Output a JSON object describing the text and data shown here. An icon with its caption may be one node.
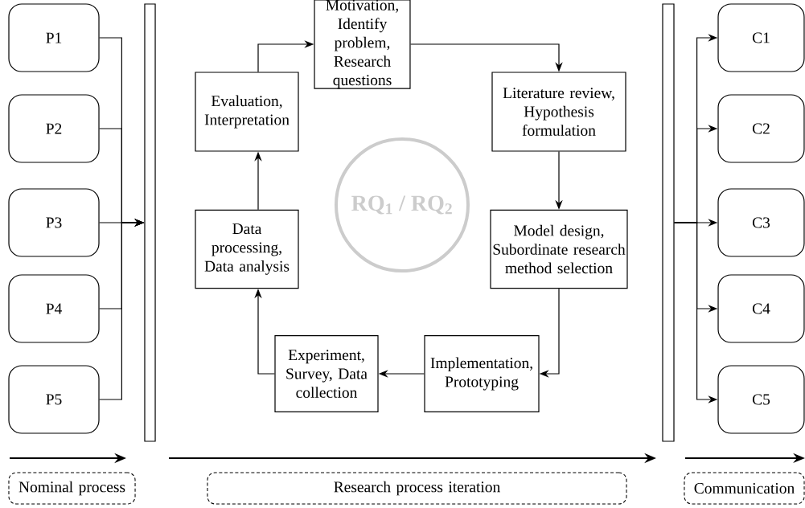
{
  "diagram": {
    "nodes": [
      {
        "text": [
          "P1"
        ]
      },
      {
        "text": [
          "P2"
        ]
      },
      {
        "text": [
          "P3"
        ]
      },
      {
        "text": [
          "P4"
        ]
      },
      {
        "text": [
          "P5"
        ]
      },
      {
        "text": [],
        "shape": "bar"
      },
      {
        "text": [
          "Motivation, Identify problem, Research questions"
        ]
      },
      {
        "text": [
          "Evaluation, Interpretation"
        ]
      },
      {
        "text": [
          "Literature review, Hypothesis formulation"
        ]
      },
      {
        "text": [
          "RQ$_{1}$ / RQ$_{2}$"
        ]
      },
      {
        "text": [
          "Data processing, Data analysis"
        ]
      },
      {
        "text": [
          "Model design, Subordinate research method selection"
        ]
      },
      {
        "text": [
          "Experiment, Survey, Data collection"
        ]
      },
      {
        "text": [
          "Implementation, Prototyping"
        ]
      },
      {
        "text": [],
        "shape": "bar"
      },
      {
        "text": [
          "C1"
        ]
      },
      {
        "text": [
          "C2"
        ]
      },
      {
        "text": [
          "C3"
        ]
      },
      {
        "text": [
          "C4"
        ]
      },
      {
        "text": [
          "C5"
        ]
      },
      {
        "text": [
          "Nominal process"
        ]
      },
      {
        "text": [
          "Research process iteration"
        ]
      },
      {
        "text": [
          "Communication"
        ]
      }
    ],
    "edges": [
      {
        "from": 0,
        "to": 5,
        "arrow": "to"
      },
      {
        "from": 1,
        "to": 5,
        "arrow": "to"
      },
      {
        "from": 2,
        "to": 5,
        "arrow": "to"
      },
      {
        "from": 3,
        "to": 5,
        "arrow": "to"
      },
      {
        "from": 4,
        "to": 5,
        "arrow": "to"
      },
      {
        "from": 6,
        "to": 8,
        "arrow": "to"
      },
      {
        "from": 8,
        "to": 11,
        "arrow": "to"
      },
      {
        "from": 11,
        "to": 13,
        "arrow": "to"
      },
      {
        "from": 13,
        "to": 12,
        "arrow": "to"
      },
      {
        "from": 12,
        "to": 10,
        "arrow": "to"
      },
      {
        "from": 10,
        "to": 7,
        "arrow": "to"
      },
      {
        "from": 7,
        "to": 6,
        "arrow": "to"
      },
      {
        "from": 14,
        "to": 15,
        "arrow": "to"
      },
      {
        "from": 14,
        "to": 16,
        "arrow": "to"
      },
      {
        "from": 14,
        "to": 17,
        "arrow": "to"
      },
      {
        "from": 14,
        "to": 18,
        "arrow": "to"
      },
      {
        "from": 14,
        "to": 19,
        "arrow": "to"
      }
    ]
  }
}
